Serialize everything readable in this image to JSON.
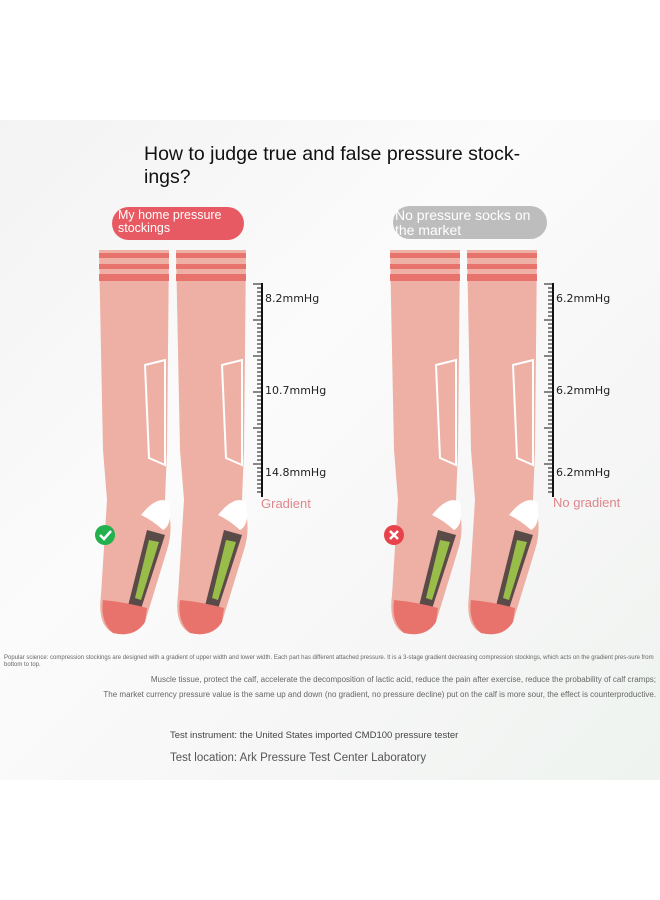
{
  "title": "How to judge true and false pressure stock-ings?",
  "left": {
    "label": "My home pressure stockings",
    "readings": [
      "8.2mmHg",
      "10.7mmHg",
      "14.8mmHg"
    ],
    "result": "Gradient",
    "icon": "check-icon"
  },
  "right": {
    "label": "No pressure socks on the market",
    "readings": [
      "6.2mmHg",
      "6.2mmHg",
      "6.2mmHg"
    ],
    "result": "No gradient",
    "icon": "cross-icon"
  },
  "notes": [
    "Popular science: compression stockings are designed with a gradient of upper width and lower width. Each part has different attached pressure. It is a 3-stage gradient decreasing compression stockings, which acts on the gradient pres-sure from bottom to top.",
    "Muscle tissue, protect the calf, accelerate the decomposition of lactic acid, reduce the pain after exercise, reduce the probability of calf cramps;",
    "The market currency pressure value is the same up and down (no gradient, no pressure decline) put on the calf is more sour, the effect is counterproductive."
  ],
  "instrument": "Test instrument: the United States imported CMD100 pressure tester",
  "location": "Test location: Ark Pressure Test Center Laboratory",
  "colors": {
    "sock": "#eeb0a4",
    "stripe": "#e8736d",
    "pill_red": "#e75a63",
    "pill_gray": "#bdbdbd",
    "check": "#22b14c",
    "cross": "#e8424a",
    "gradient_text": "#e0868a"
  }
}
